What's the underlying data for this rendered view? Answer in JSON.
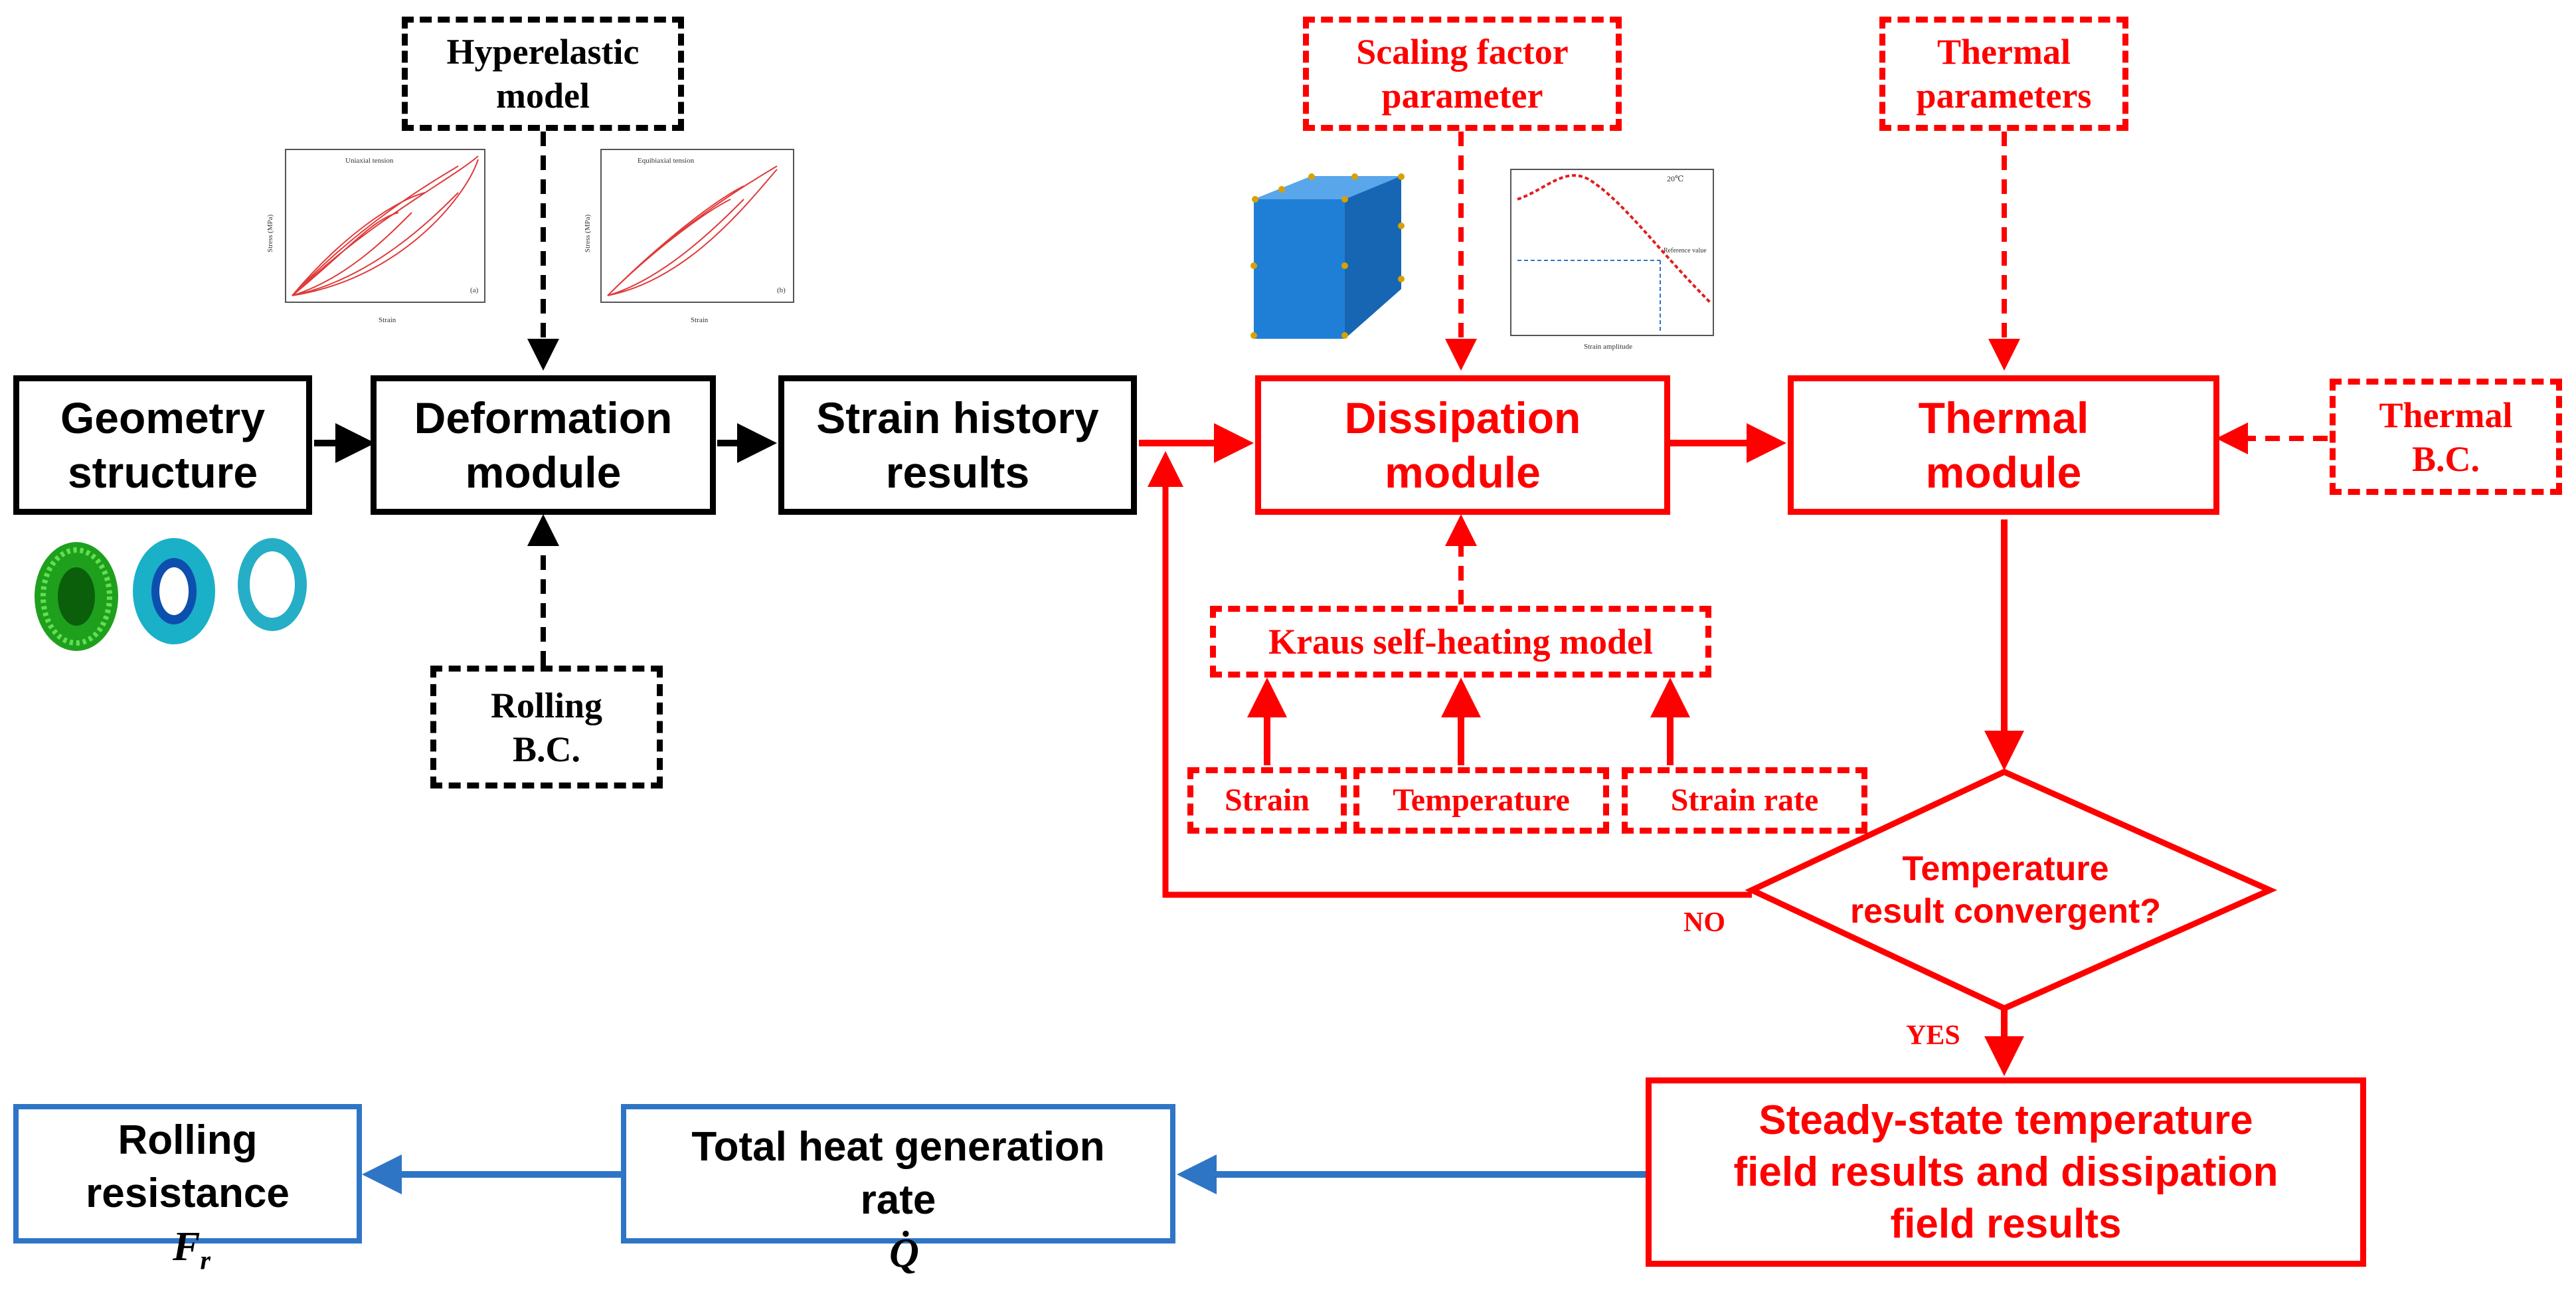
{
  "colors": {
    "black": "#000000",
    "red": "#ff0000",
    "blue": "#2e75c6",
    "tire_green": "#2fc02a",
    "tire_cyan": "#1ab0c8",
    "cube_blue": "#1f7fd6"
  },
  "nodes": {
    "geometry": "Geometry\nstructure",
    "deformation": "Deformation\nmodule",
    "strain_history": "Strain history\nresults",
    "hyperelastic": "Hyperelastic\nmodel",
    "rolling_bc": "Rolling\nB.C.",
    "scaling": "Scaling factor\nparameter",
    "thermal_params": "Thermal\nparameters",
    "dissipation": "Dissipation\nmodule",
    "thermal_module": "Thermal\nmodule",
    "thermal_bc": "Thermal\nB.C.",
    "kraus": "Kraus self-heating model",
    "strain": "Strain",
    "temperature": "Temperature",
    "strain_rate": "Strain rate",
    "decision": "Temperature\nresult convergent?",
    "steady_state": "Steady-state temperature\nfield results and dissipation\nfield results",
    "total_heat_pre": "Total heat generation\nrate",
    "total_heat_symbol": "Q̇",
    "rolling_resistance_pre": "Rolling\nresistance",
    "rolling_resistance_symbol": "F",
    "rolling_resistance_sub": "r"
  },
  "labels": {
    "no": "NO",
    "yes": "YES"
  },
  "thumbnails": {
    "uniaxial_legend": "Uniaxial tension",
    "equibiaxial_legend": "Equibiaxial tension",
    "uniaxial_panel": "(a)",
    "equibiaxial_panel": "(b)",
    "stress_axis": "Stress (MPa)",
    "strain_axis": "Strain",
    "modulus_legend": "20℃",
    "modulus_annotation": "Reference value",
    "strain_amplitude_axis": "Strain amplitude"
  }
}
